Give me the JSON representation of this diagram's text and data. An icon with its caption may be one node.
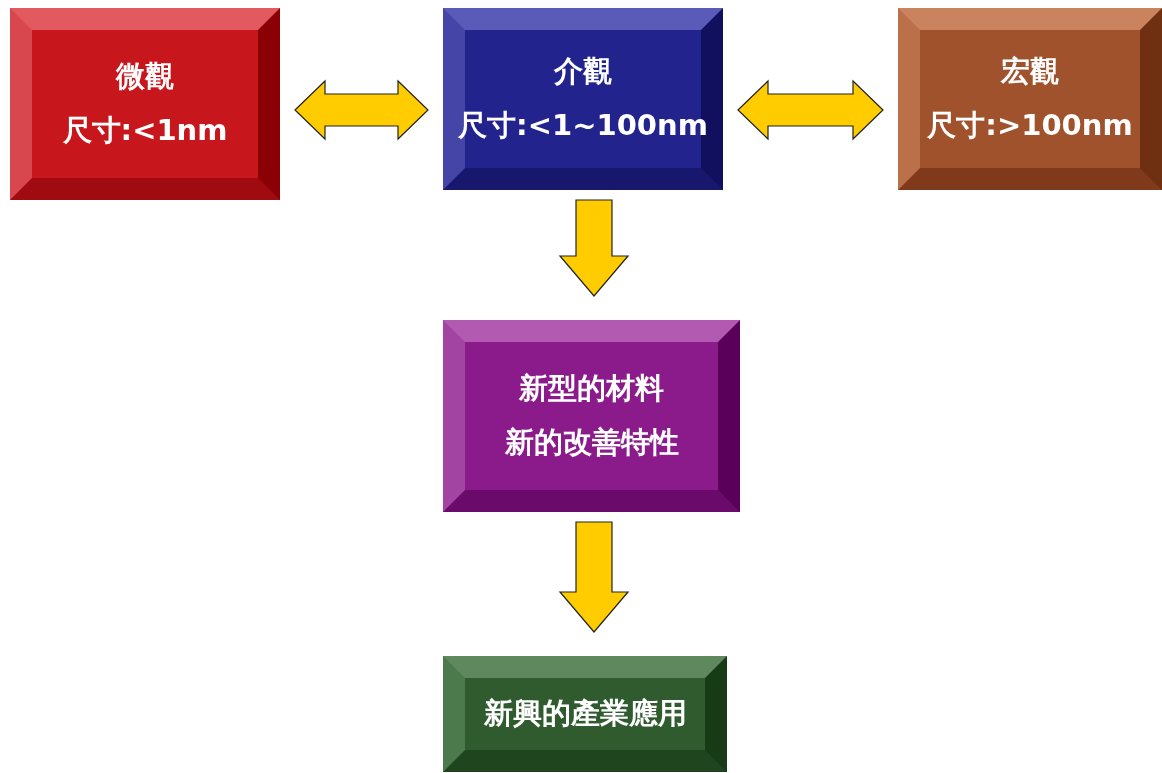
{
  "diagram": {
    "nodes": [
      {
        "text": [
          "微觀",
          "尺寸:<1nm"
        ]
      },
      {
        "text": [
          "介觀",
          "尺寸:<1~100nm"
        ]
      },
      {
        "text": [
          "宏觀",
          "尺寸:>100nm"
        ]
      },
      {
        "text": [
          "新型的材料",
          "新的改善特性"
        ]
      },
      {
        "text": [
          "新興的產業應用"
        ]
      }
    ],
    "edges": [
      {
        "from": 0,
        "to": 1,
        "arrow": "both"
      },
      {
        "from": 1,
        "to": 2,
        "arrow": "both"
      },
      {
        "from": 1,
        "to": 3,
        "arrow": "to"
      },
      {
        "from": 3,
        "to": 4,
        "arrow": "to"
      }
    ]
  }
}
